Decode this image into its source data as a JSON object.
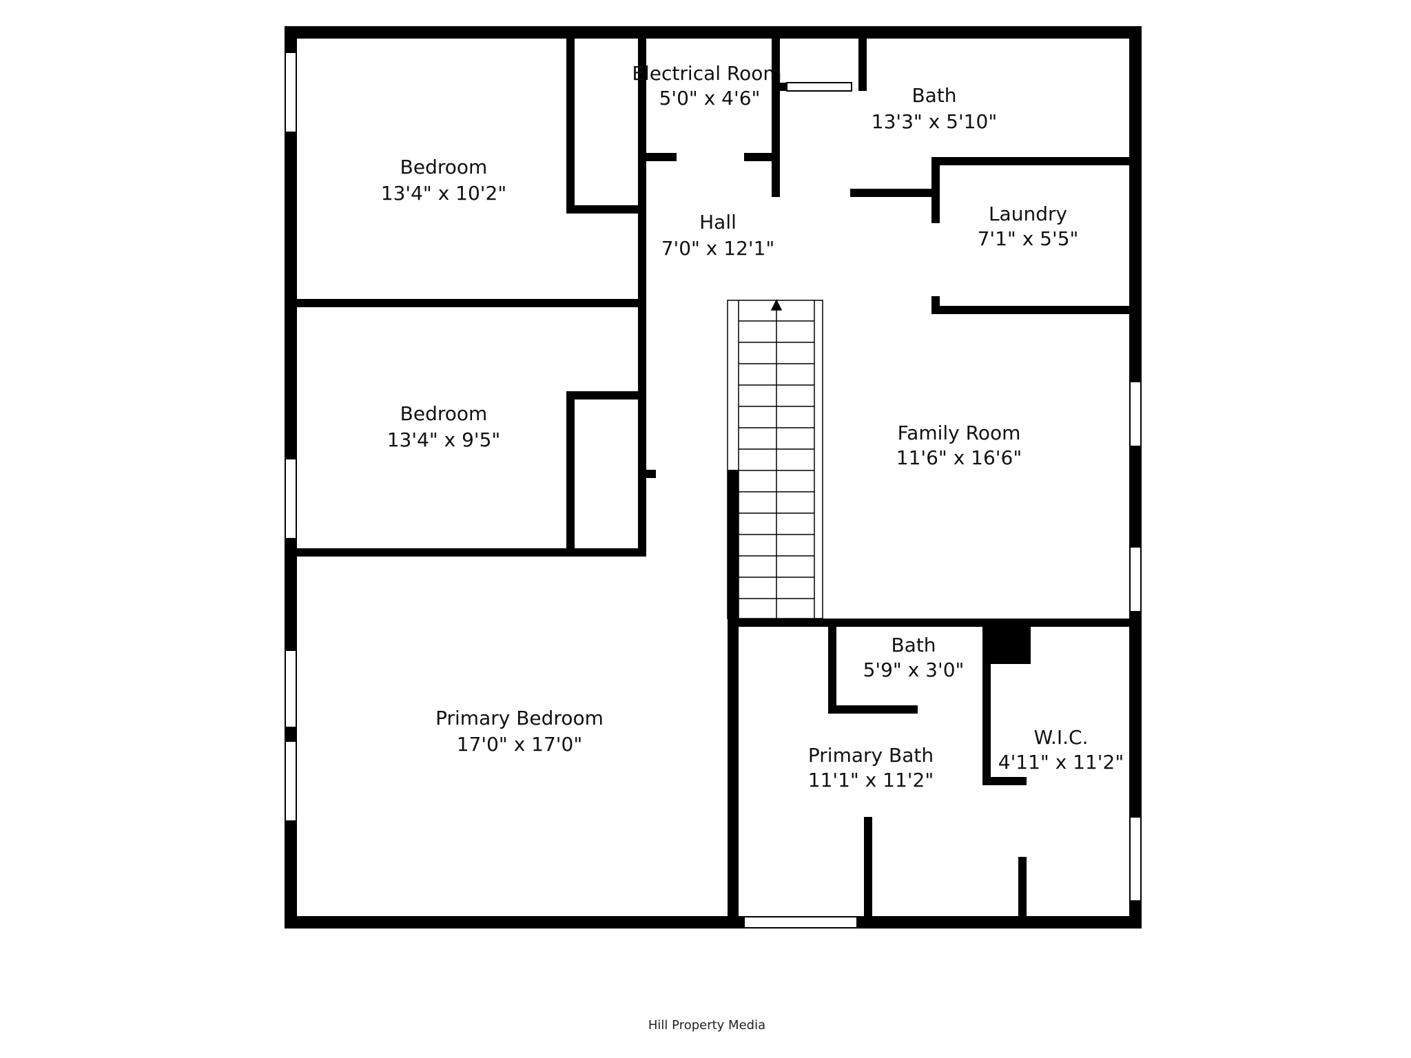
{
  "plan": {
    "colors": {
      "wall": "#000000",
      "background": "#ffffff",
      "window": "#ffffff"
    },
    "rooms": [
      {
        "id": "bedroom-1",
        "name": "Bedroom",
        "dims": "13'4\" x 10'2\""
      },
      {
        "id": "electrical-room",
        "name": "Electrical Room",
        "dims": "5'0\" x 4'6\""
      },
      {
        "id": "bath-upper",
        "name": "Bath",
        "dims": "13'3\" x 5'10\""
      },
      {
        "id": "hall",
        "name": "Hall",
        "dims": "7'0\" x 12'1\""
      },
      {
        "id": "laundry",
        "name": "Laundry",
        "dims": "7'1\" x 5'5\""
      },
      {
        "id": "bedroom-2",
        "name": "Bedroom",
        "dims": "13'4\" x 9'5\""
      },
      {
        "id": "family-room",
        "name": "Family Room",
        "dims": "11'6\" x 16'6\""
      },
      {
        "id": "bath-small",
        "name": "Bath",
        "dims": "5'9\" x 3'0\""
      },
      {
        "id": "primary-bedroom",
        "name": "Primary Bedroom",
        "dims": "17'0\" x 17'0\""
      },
      {
        "id": "primary-bath",
        "name": "Primary Bath",
        "dims": "11'1\" x 11'2\""
      },
      {
        "id": "wic",
        "name": "W.I.C.",
        "dims": "4'11\" x 11'2\""
      }
    ]
  },
  "footer": {
    "credit": "Hill Property Media"
  }
}
